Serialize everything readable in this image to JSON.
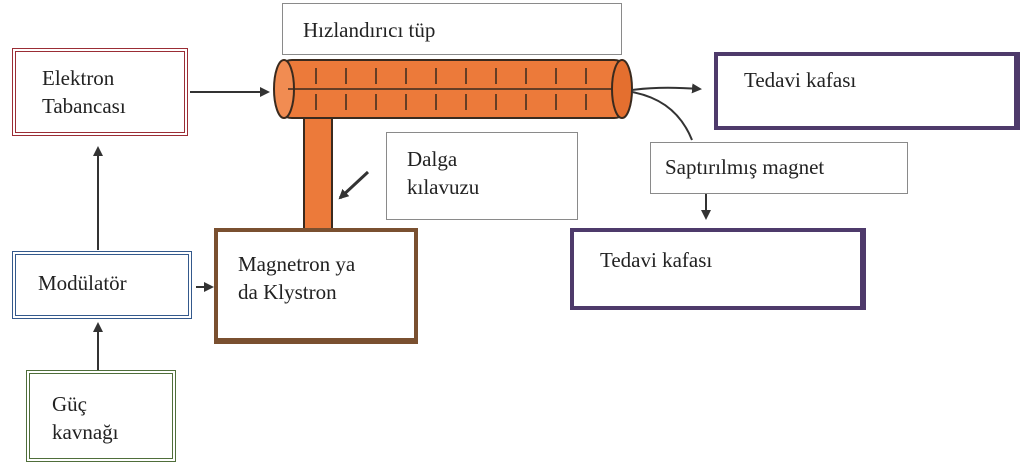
{
  "labels": {
    "hizlandirici_tup": "Hızlandırıcı tüp",
    "elektron_line1": "Elektron",
    "elektron_line2": "Tabancası",
    "tedavi_kafasi_1": "Tedavi kafası",
    "dalga_line1": "Dalga",
    "dalga_line2": "kılavuzu",
    "saptirilmis_magnet": "Saptırılmış magnet",
    "tedavi_kafasi_2": "Tedavi kafası",
    "modulator": "Modülatör",
    "magnetron_line1": "Magnetron ya",
    "magnetron_line2": "da Klystron",
    "guc_line1": "Güç",
    "guc_line2": "kavnağı"
  },
  "colors": {
    "tube_fill": "#EC7A3A",
    "tube_stroke": "#3A2A1E",
    "arrow": "#333333",
    "elektron_border": "#9B2D35",
    "tedavi_border": "#4E3A6B",
    "modulator_border": "#34598C",
    "magnetron_border": "#7A5030",
    "guc_border": "#4F6E3A"
  }
}
